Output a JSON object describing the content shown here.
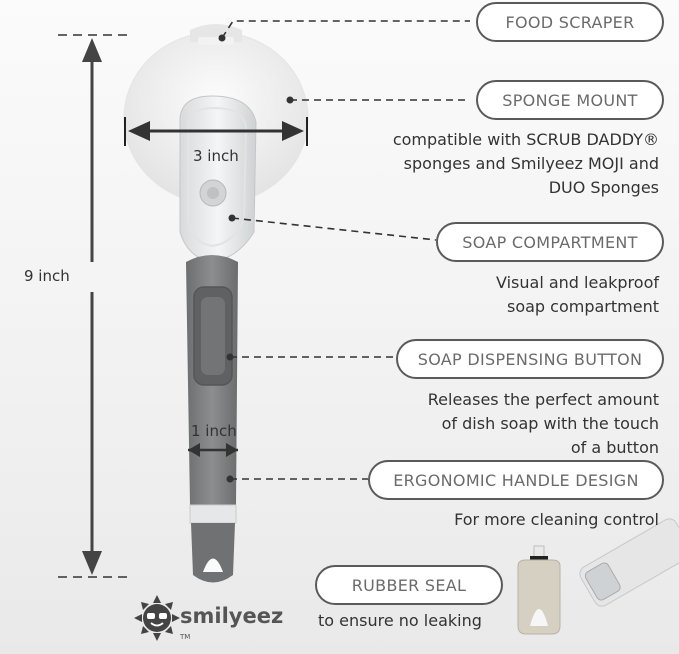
{
  "dimensions": {
    "height": "9 inch",
    "head_width": "3 inch",
    "handle_width": "1 inch"
  },
  "callouts": [
    {
      "label": "FOOD SCRAPER",
      "description": []
    },
    {
      "label": "SPONGE MOUNT",
      "description": [
        "compatible with SCRUB DADDY®",
        "sponges and Smilyeez MOJI and",
        "DUO Sponges"
      ]
    },
    {
      "label": "SOAP COMPARTMENT",
      "description": [
        "Visual and leakproof",
        "soap compartment"
      ]
    },
    {
      "label": "SOAP DISPENSING BUTTON",
      "description": [
        "Releases the perfect amount",
        "of dish soap with the touch",
        "of a button"
      ]
    },
    {
      "label": "ERGONOMIC HANDLE DESIGN",
      "description": [
        "For more cleaning control"
      ]
    },
    {
      "label": "RUBBER SEAL",
      "description": [
        "to ensure no leaking"
      ]
    }
  ],
  "brand": {
    "name": "smilyeez",
    "trademark": "TM"
  },
  "colors": {
    "pill_border": "#5a5a5a",
    "pill_text": "#6b6b6b",
    "handle_grey": "#7d7f81",
    "dark_grey": "#474747"
  }
}
